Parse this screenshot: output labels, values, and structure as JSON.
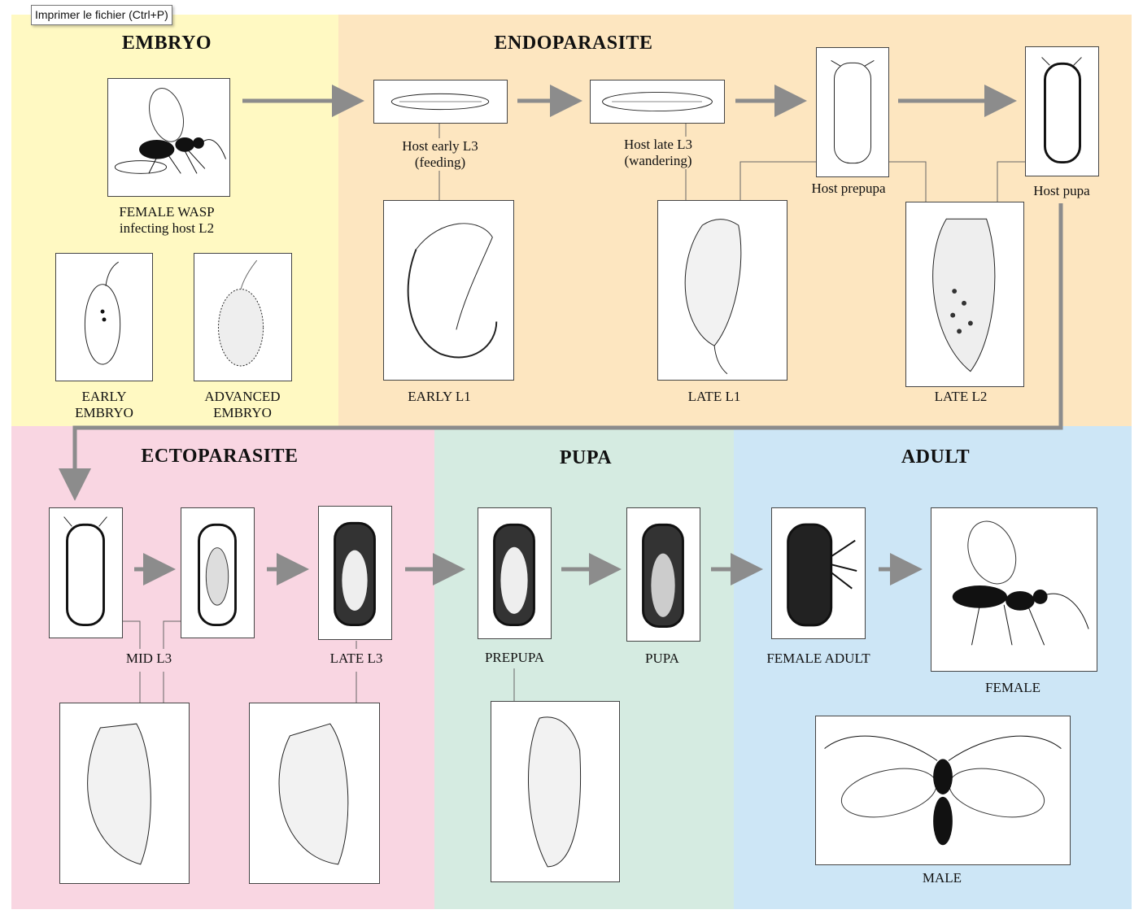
{
  "tooltip": "Imprimer le fichier (Ctrl+P)",
  "colors": {
    "embryo_bg": "#fff9c2",
    "endoparasite_bg": "#fde6c0",
    "ectoparasite_bg": "#f9d6e2",
    "pupa_bg": "#d5ebe1",
    "adult_bg": "#cde6f6",
    "arrow": "#8c8c8c"
  },
  "sections": {
    "embryo": "EMBRYO",
    "endoparasite": "ENDOPARASITE",
    "ectoparasite": "ECTOPARASITE",
    "pupa": "PUPA",
    "adult": "ADULT"
  },
  "labels": {
    "female_wasp": "FEMALE WASP\ninfecting host L2",
    "early_embryo": "EARLY\nEMBRYO",
    "advanced_embryo": "ADVANCED\nEMBRYO",
    "host_early_l3": "Host early L3\n(feeding)",
    "host_late_l3": "Host late L3\n(wandering)",
    "host_prepupa": "Host prepupa",
    "host_pupa": "Host pupa",
    "early_l1": "EARLY L1",
    "late_l1": "LATE L1",
    "late_l2": "LATE L2",
    "mid_l3": "MID L3",
    "late_l3": "LATE L3",
    "prepupa": "PREPUPA",
    "pupa": "PUPA",
    "female_adult": "FEMALE ADULT",
    "female": "FEMALE",
    "male": "MALE"
  },
  "icons": [
    "wasp-drawing-icon",
    "larva-drawing-icon",
    "puparium-drawing-icon",
    "embryo-drawing-icon"
  ]
}
